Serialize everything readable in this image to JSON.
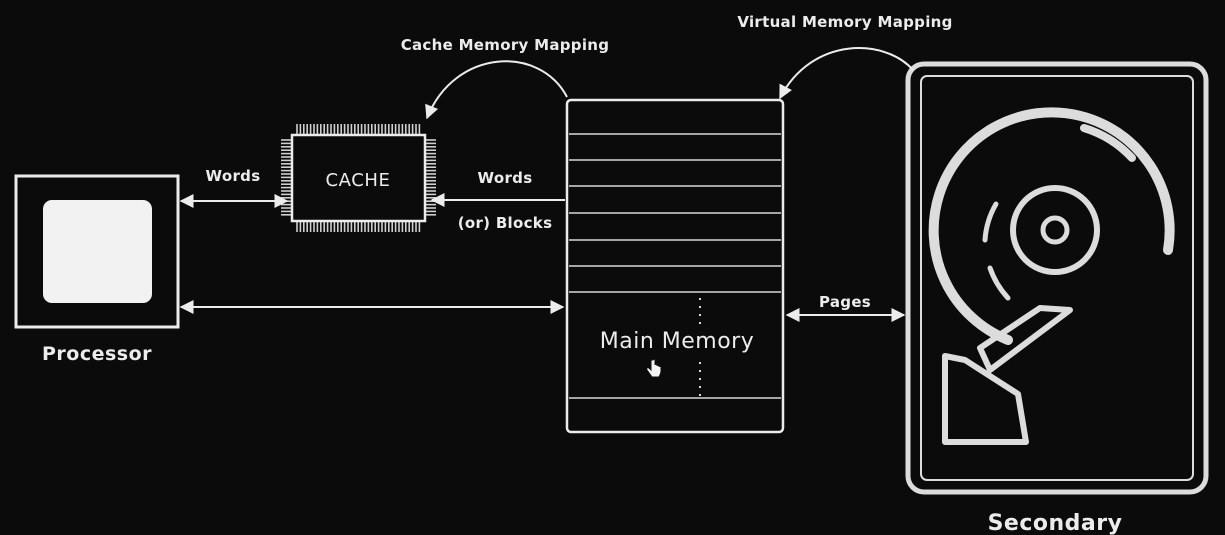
{
  "labels": {
    "virtual_memory_mapping": "Virtual Memory Mapping",
    "cache_memory_mapping": "Cache Memory Mapping",
    "words_proc_cache": "Words",
    "cache": "CACHE",
    "words_mem_cache": "Words",
    "or_blocks": "(or) Blocks",
    "pages": "Pages",
    "main_memory": "Main Memory",
    "processor": "Processor",
    "secondary": "Secondary"
  },
  "colors": {
    "background": "#0b0b0c",
    "stroke": "#ececec",
    "processor_core": "#f2f2f2"
  },
  "icons": {
    "cursor": "hand-pointer-icon",
    "disk": "hard-disk-icon",
    "chip": "cpu-chip-icon"
  }
}
